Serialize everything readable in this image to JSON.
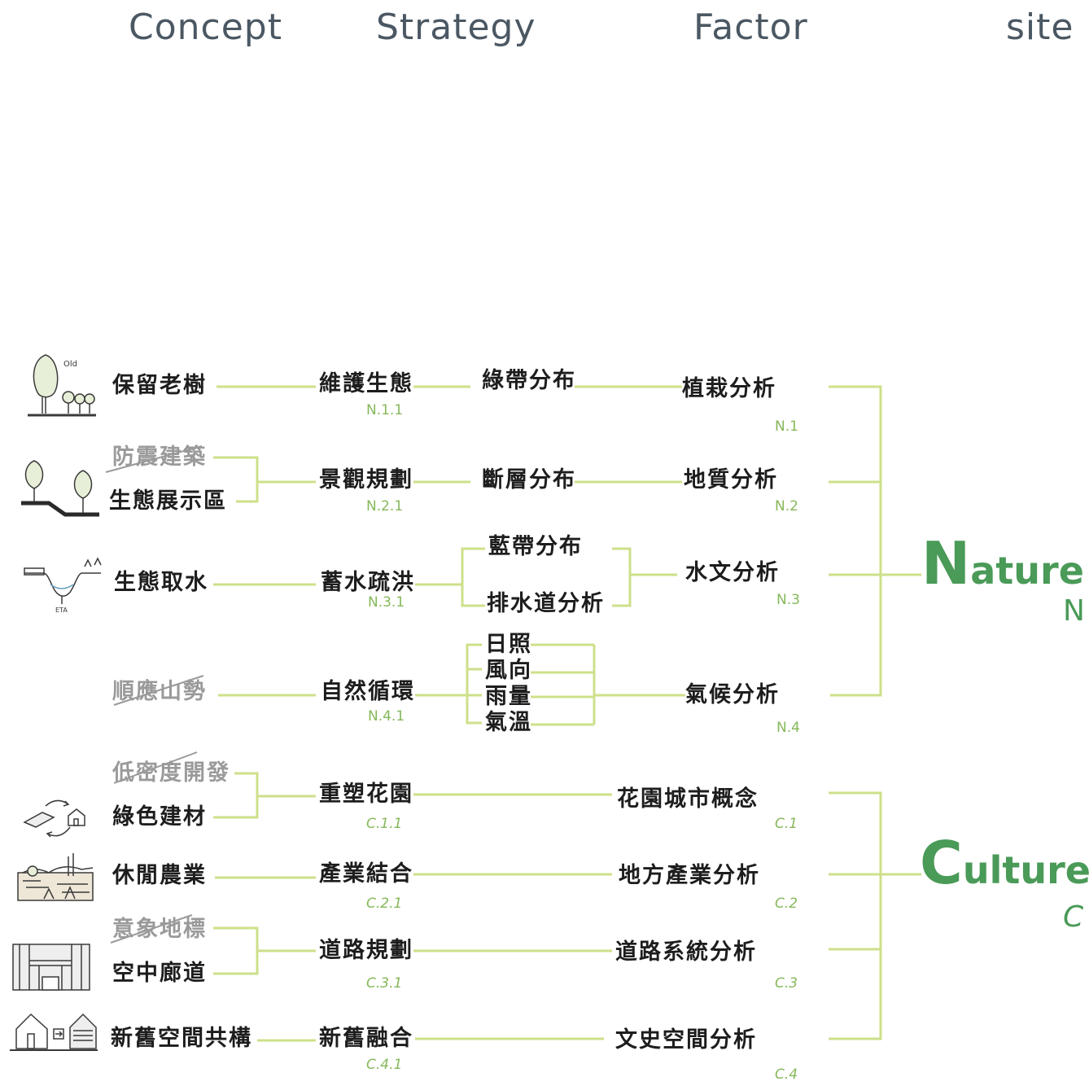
{
  "headers": {
    "concept": "Concept",
    "strategy": "Strategy",
    "factor": "Factor",
    "site": "site"
  },
  "colors": {
    "line": "#cde08a",
    "code": "#86b85a",
    "group": "#4a9a58",
    "header": "#4b5863",
    "struck": "#9a9a9a"
  },
  "nature": {
    "title_first": "N",
    "title_rest": "ature",
    "edge_letter": "N",
    "concepts": {
      "n1": "保留老樹",
      "n2a": "防震建築",
      "n2b": "生態展示區",
      "n3": "生態取水",
      "n4": "順應山勢"
    },
    "strategies": {
      "n11": "維護生態",
      "n21": "景觀規劃",
      "n31": "蓄水疏洪",
      "n41": "自然循環"
    },
    "strategy_codes": {
      "n11": "N.1.1",
      "n21": "N.2.1",
      "n31": "N.3.1",
      "n41": "N.4.1"
    },
    "sub": {
      "s1": "綠帶分布",
      "s2": "斷層分布",
      "s3a": "藍帶分布",
      "s3b": "排水道分析",
      "c1": "日照",
      "c2": "風向",
      "c3": "雨量",
      "c4": "氣溫"
    },
    "factors": {
      "f1": "植栽分析",
      "f2": "地質分析",
      "f3": "水文分析",
      "f4": "氣候分析"
    },
    "factor_codes": {
      "f1": "N.1",
      "f2": "N.2",
      "f3": "N.3",
      "f4": "N.4"
    }
  },
  "culture": {
    "title_first": "C",
    "title_rest": "ulture",
    "edge_letter": "C",
    "concepts": {
      "c1a": "低密度開發",
      "c1b": "綠色建材",
      "c2": "休閒農業",
      "c3a": "意象地標",
      "c3b": "空中廊道",
      "c4": "新舊空間共構"
    },
    "strategies": {
      "c11": "重塑花園",
      "c21": "產業結合",
      "c31": "道路規劃",
      "c41": "新舊融合"
    },
    "strategy_codes": {
      "c11": "C.1.1",
      "c21": "C.2.1",
      "c31": "C.3.1",
      "c41": "C.4.1"
    },
    "factors": {
      "f1": "花園城市概念",
      "f2": "地方產業分析",
      "f3": "道路系統分析",
      "f4": "文史空間分析"
    },
    "factor_codes": {
      "f1": "C.1",
      "f2": "C.2",
      "f3": "C.3",
      "f4": "C.4"
    }
  },
  "icons": [
    "old-tree-sketch-icon",
    "slope-trees-sketch-icon",
    "water-intake-sketch-icon",
    "recycle-house-sketch-icon",
    "farm-landscape-sketch-icon",
    "skywalk-building-sketch-icon",
    "old-new-house-sketch-icon"
  ]
}
